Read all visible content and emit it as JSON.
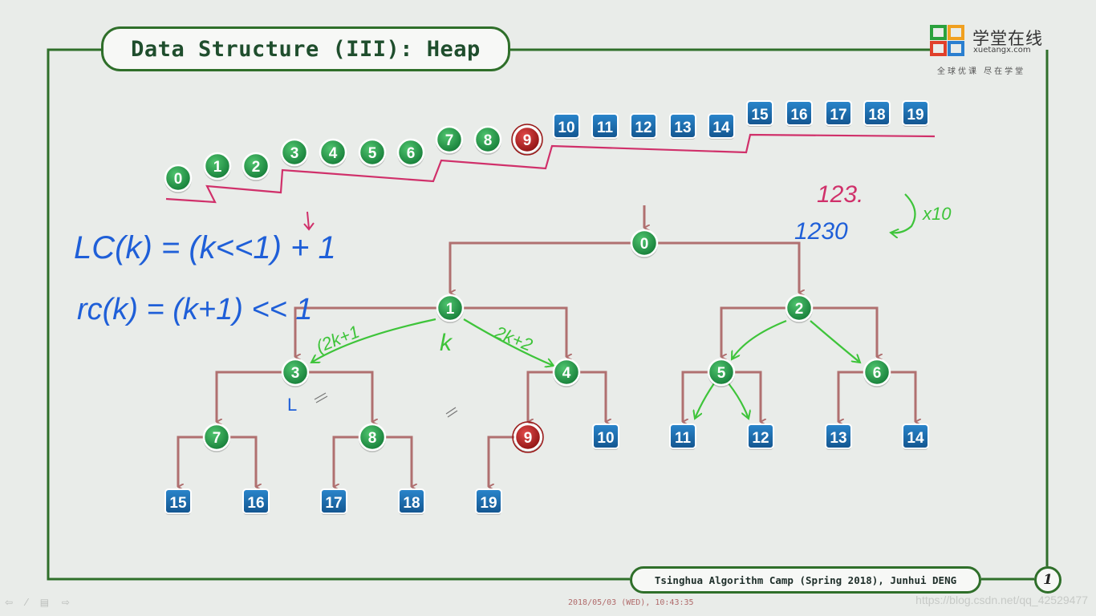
{
  "slide": {
    "title": "Data Structure (III): Heap",
    "footer": "Tsinghua Algorithm Camp (Spring 2018), Junhui DENG",
    "page_number": "1"
  },
  "logo": {
    "brand": "学堂在线",
    "url": "xuetangx.com",
    "slogan": "全球优课 尽在学堂",
    "colors": [
      "#2aa13c",
      "#f0a020",
      "#e0402a",
      "#2a7fd0"
    ]
  },
  "array_row": {
    "items": [
      "0",
      "1",
      "2",
      "3",
      "4",
      "5",
      "6",
      "7",
      "8",
      "9",
      "10",
      "11",
      "12",
      "13",
      "14",
      "15",
      "16",
      "17",
      "18",
      "19"
    ],
    "highlighted": "9"
  },
  "tree": {
    "internal_nodes": [
      "0",
      "1",
      "2",
      "3",
      "4",
      "5",
      "6",
      "7",
      "8",
      "9"
    ],
    "leaf_nodes": [
      "10",
      "11",
      "12",
      "13",
      "14",
      "15",
      "16",
      "17",
      "18",
      "19"
    ],
    "highlighted": "9"
  },
  "annotations": {
    "lc_formula": "LC(k) = (k<<1) + 1",
    "rc_formula": "rc(k) = (k+1) << 1",
    "left_child": "(2k+1",
    "right_child": "2k+2",
    "k_label": "k",
    "L_label": "L",
    "num_a": "123.",
    "num_b": "1230",
    "times_ten": "x10"
  },
  "player": {
    "controls": "⇦ ⁄ ▤ ⇨",
    "subtitle": "2018/05/03 (WED), 10:43:35",
    "watermark": "https://blog.csdn.net/qq_42529477"
  },
  "colors": {
    "frame_green": "#2f6f2a",
    "node_green": "#1e9a48",
    "node_red": "#b81d1d",
    "node_blue": "#1a6aad",
    "edge_brown": "#b07070",
    "ink_blue": "#1f5fd8",
    "ink_green": "#3ec43a",
    "ink_pink": "#d0306a"
  }
}
